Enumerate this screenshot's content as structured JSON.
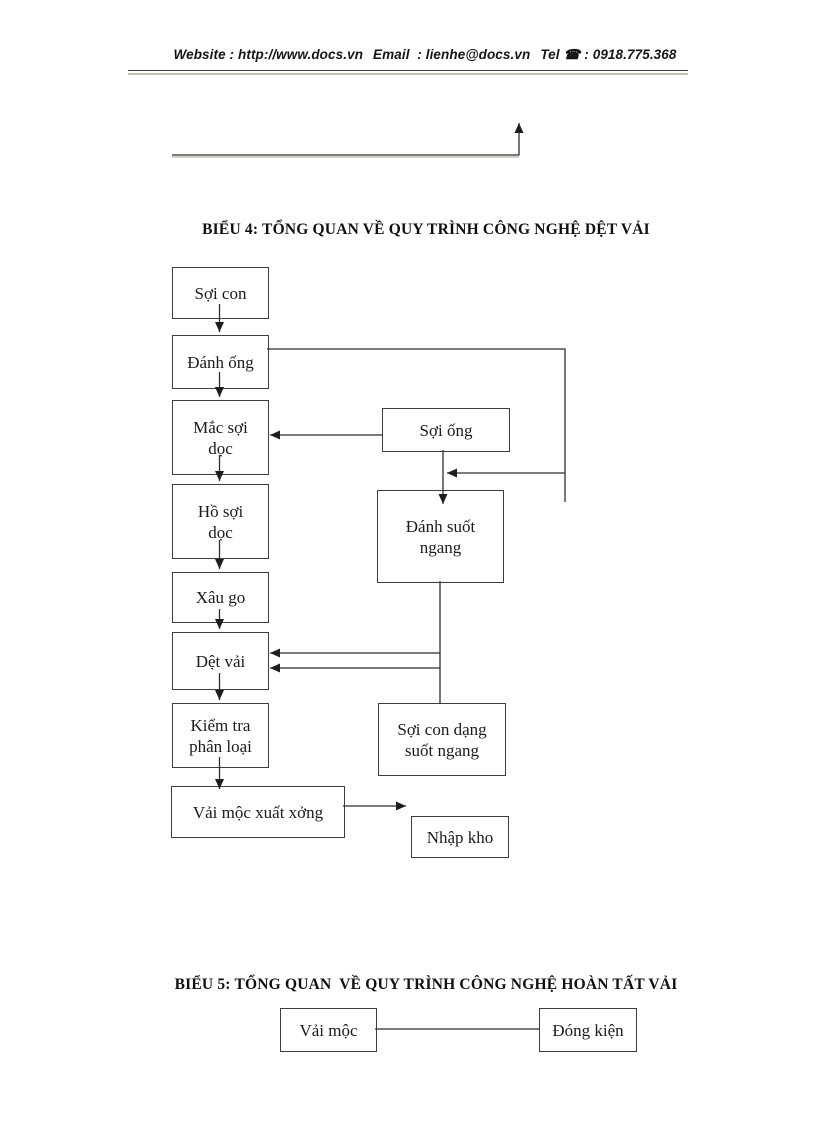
{
  "colors": {
    "ink": "#2f2f2f",
    "line_shadow": "#b2bba9",
    "paper": "#ffffff"
  },
  "header": {
    "website_label": "Website",
    "website_value": " : http://www.docs.vn",
    "email_label": "Email",
    "email_value": "  : lienhe@docs.vn",
    "tel_label": "Tel",
    "phone_icon": "☎",
    "tel_value": " : 0918.775.368"
  },
  "figure4": {
    "title": "BIỂU 4: TỔNG QUAN VỀ QUY TRÌNH CÔNG NGHỆ DỆT VẢI",
    "nodes": {
      "soi_con": "Sợi con",
      "danh_ong": "Đánh ống",
      "mac_soi_doc": "Mắc sợi\ndọc",
      "soi_ong": "Sợi ống",
      "ho_soi_doc": "Hồ sợi\ndọc",
      "danh_suot_ngang": "Đánh suốt\nngang",
      "xau_go": "Xâu go",
      "det_vai": "Dệt vải",
      "kiem_tra_phan_loai": "Kiểm tra\nphân loại",
      "soi_con_dang_suot_ngang": "Sợi con dạng\nsuốt ngang",
      "vai_moc_xuat_xong": "Vải mộc xuất xởng",
      "nhap_kho": "Nhập kho"
    }
  },
  "figure5": {
    "title": "BIỂU 5: TỔNG QUAN  VỀ QUY TRÌNH CÔNG NGHỆ HOÀN TẤT VẢI",
    "nodes": {
      "vai_moc": "Vải mộc",
      "dong_kien": "Đóng kiện"
    }
  }
}
